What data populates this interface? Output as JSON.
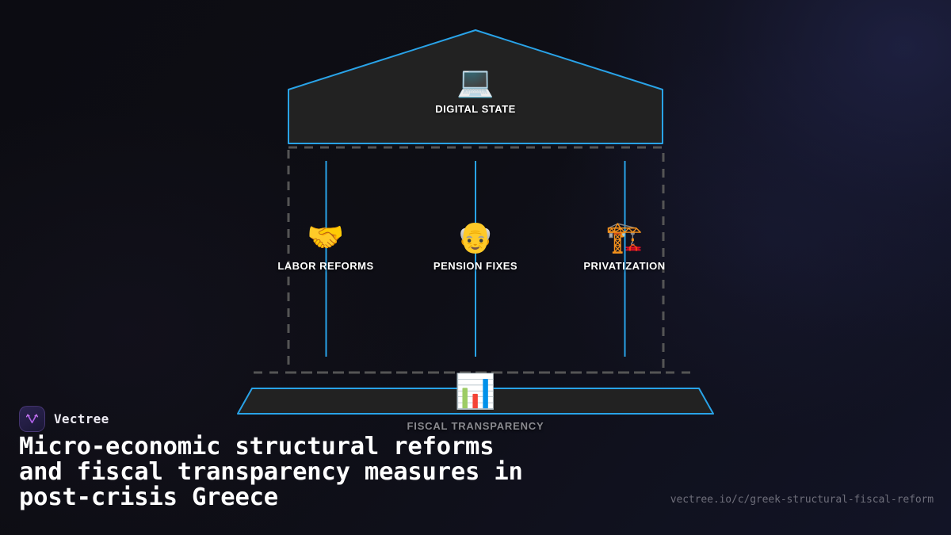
{
  "brand": {
    "name": "Vectree",
    "logo_icon": "vectree-v-logo-icon"
  },
  "headline": "Micro-economic structural reforms\nand fiscal transparency measures in\npost-crisis Greece",
  "footer": {
    "url": "vectree.io/c/greek-structural-fiscal-reform"
  },
  "diagram": {
    "type": "greek-temple",
    "pediment": {
      "label": "DIGITAL STATE",
      "icon": "laptop-emoji",
      "emoji": "💻"
    },
    "pillars": [
      {
        "label": "LABOR REFORMS",
        "icon": "handshake-emoji",
        "emoji": "🤝"
      },
      {
        "label": "PENSION FIXES",
        "icon": "older-person-emoji",
        "emoji": "👴"
      },
      {
        "label": "PRIVATIZATION",
        "icon": "construction-crane-emoji",
        "emoji": "🏗️"
      }
    ],
    "base": {
      "label": "FISCAL TRANSPARENCY",
      "icon": "bar-chart-emoji",
      "emoji": "📊"
    },
    "colors": {
      "accent": "#29a3e8",
      "structure_fill": "#222222",
      "dashed_border": "#555555",
      "background": "#0e0e14",
      "label_text": "#ffffff",
      "base_label_text": "#8a8a90",
      "brand_purple": "#b061e8"
    }
  }
}
